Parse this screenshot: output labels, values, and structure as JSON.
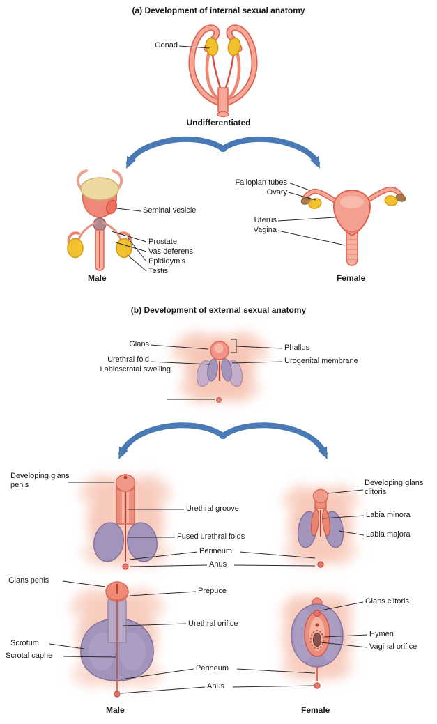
{
  "colors": {
    "arrow_blue": "#4a7ab5",
    "skin_light": "#f5b9a5",
    "skin_mid": "#ee8d7b",
    "outline_red": "#d96a58",
    "accent_red": "#b83f30",
    "gonad_yellow": "#f2c12e",
    "fold_purple": "#a394bc",
    "label_text": "#1a1a1a",
    "background": "#ffffff"
  },
  "section_a": {
    "title": "(a) Development of internal sexual anatomy",
    "gonad_label": "Gonad",
    "undifferentiated_caption": "Undifferentiated",
    "male": {
      "seminal_vesicle": "Seminal vesicle",
      "prostate": "Prostate",
      "vas_deferens": "Vas deferens",
      "epididymis": "Epididymis",
      "testis": "Testis",
      "caption": "Male"
    },
    "female": {
      "fallopian_tubes": "Fallopian tubes",
      "ovary": "Ovary",
      "uterus": "Uterus",
      "vagina": "Vagina",
      "caption": "Female"
    }
  },
  "section_b": {
    "title": "(b) Development of external sexual anatomy",
    "undifferentiated": {
      "glans": "Glans",
      "phallus": "Phallus",
      "urethral_fold": "Urethral fold",
      "urogenital_membrane": "Urogenital membrane",
      "labioscrotal_swelling": "Labioscrotal swelling"
    },
    "developing": {
      "developing_glans_penis": "Developing glans penis",
      "urethral_groove": "Urethral groove",
      "fused_urethral_folds": "Fused urethral folds",
      "perineum": "Perineum",
      "anus": "Anus",
      "developing_glans_clitoris": "Developing glans clitoris",
      "labia_minora": "Labia minora",
      "labia_majora": "Labia majora"
    },
    "adult": {
      "glans_penis": "Glans penis",
      "prepuce": "Prepuce",
      "urethral_orifice": "Urethral orifice",
      "scrotum": "Scrotum",
      "scrotal_raphe": "Scrotal caphe",
      "perineum": "Perineum",
      "anus": "Anus",
      "glans_clitoris": "Glans clitoris",
      "hymen": "Hymen",
      "vaginal_orifice": "Vaginal orifice",
      "male_caption": "Male",
      "female_caption": "Female"
    }
  }
}
